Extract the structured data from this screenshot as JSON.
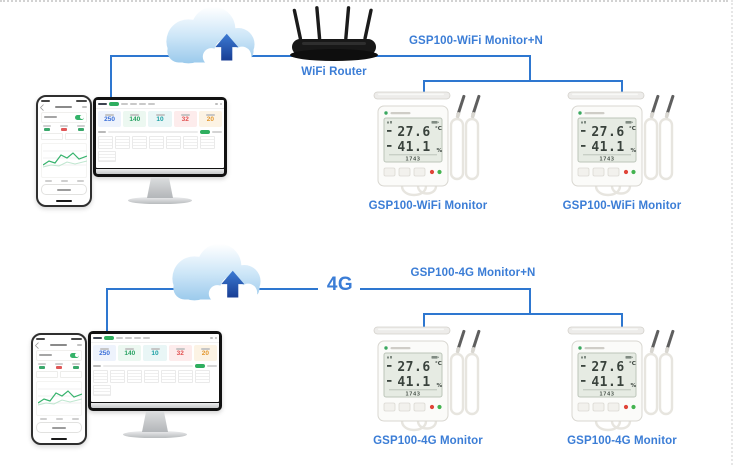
{
  "diagram": {
    "sections": [
      {
        "network_label": "WiFi Router",
        "group_label": "GSP100-WiFi Monitor+N",
        "devices": [
          {
            "label": "GSP100-WiFi Monitor"
          },
          {
            "label": "GSP100-WiFi Monitor"
          }
        ]
      },
      {
        "network_label": "4G",
        "group_label": "GSP100-4G Monitor+N",
        "devices": [
          {
            "label": "GSP100-4G Monitor"
          },
          {
            "label": "GSP100-4G Monitor"
          }
        ]
      }
    ]
  },
  "device_lcd": {
    "temperature": "27.6",
    "temperature_unit": "°C",
    "humidity": "41.1",
    "humidity_unit": "%",
    "sub_display": "1743"
  },
  "dashboard": {
    "stats": [
      {
        "value": "250",
        "color": "#3b6fd8"
      },
      {
        "value": "140",
        "color": "#2aa263"
      },
      {
        "value": "10",
        "color": "#1a9fa4"
      },
      {
        "value": "32",
        "color": "#e15151"
      },
      {
        "value": "20",
        "color": "#e2972f"
      }
    ]
  },
  "colors": {
    "line_blue": "#2e77d0",
    "label_blue": "#3b7dd6",
    "arrow_blue": "#1e4fa8",
    "led_red": "#e04438",
    "led_green": "#43b34f"
  }
}
